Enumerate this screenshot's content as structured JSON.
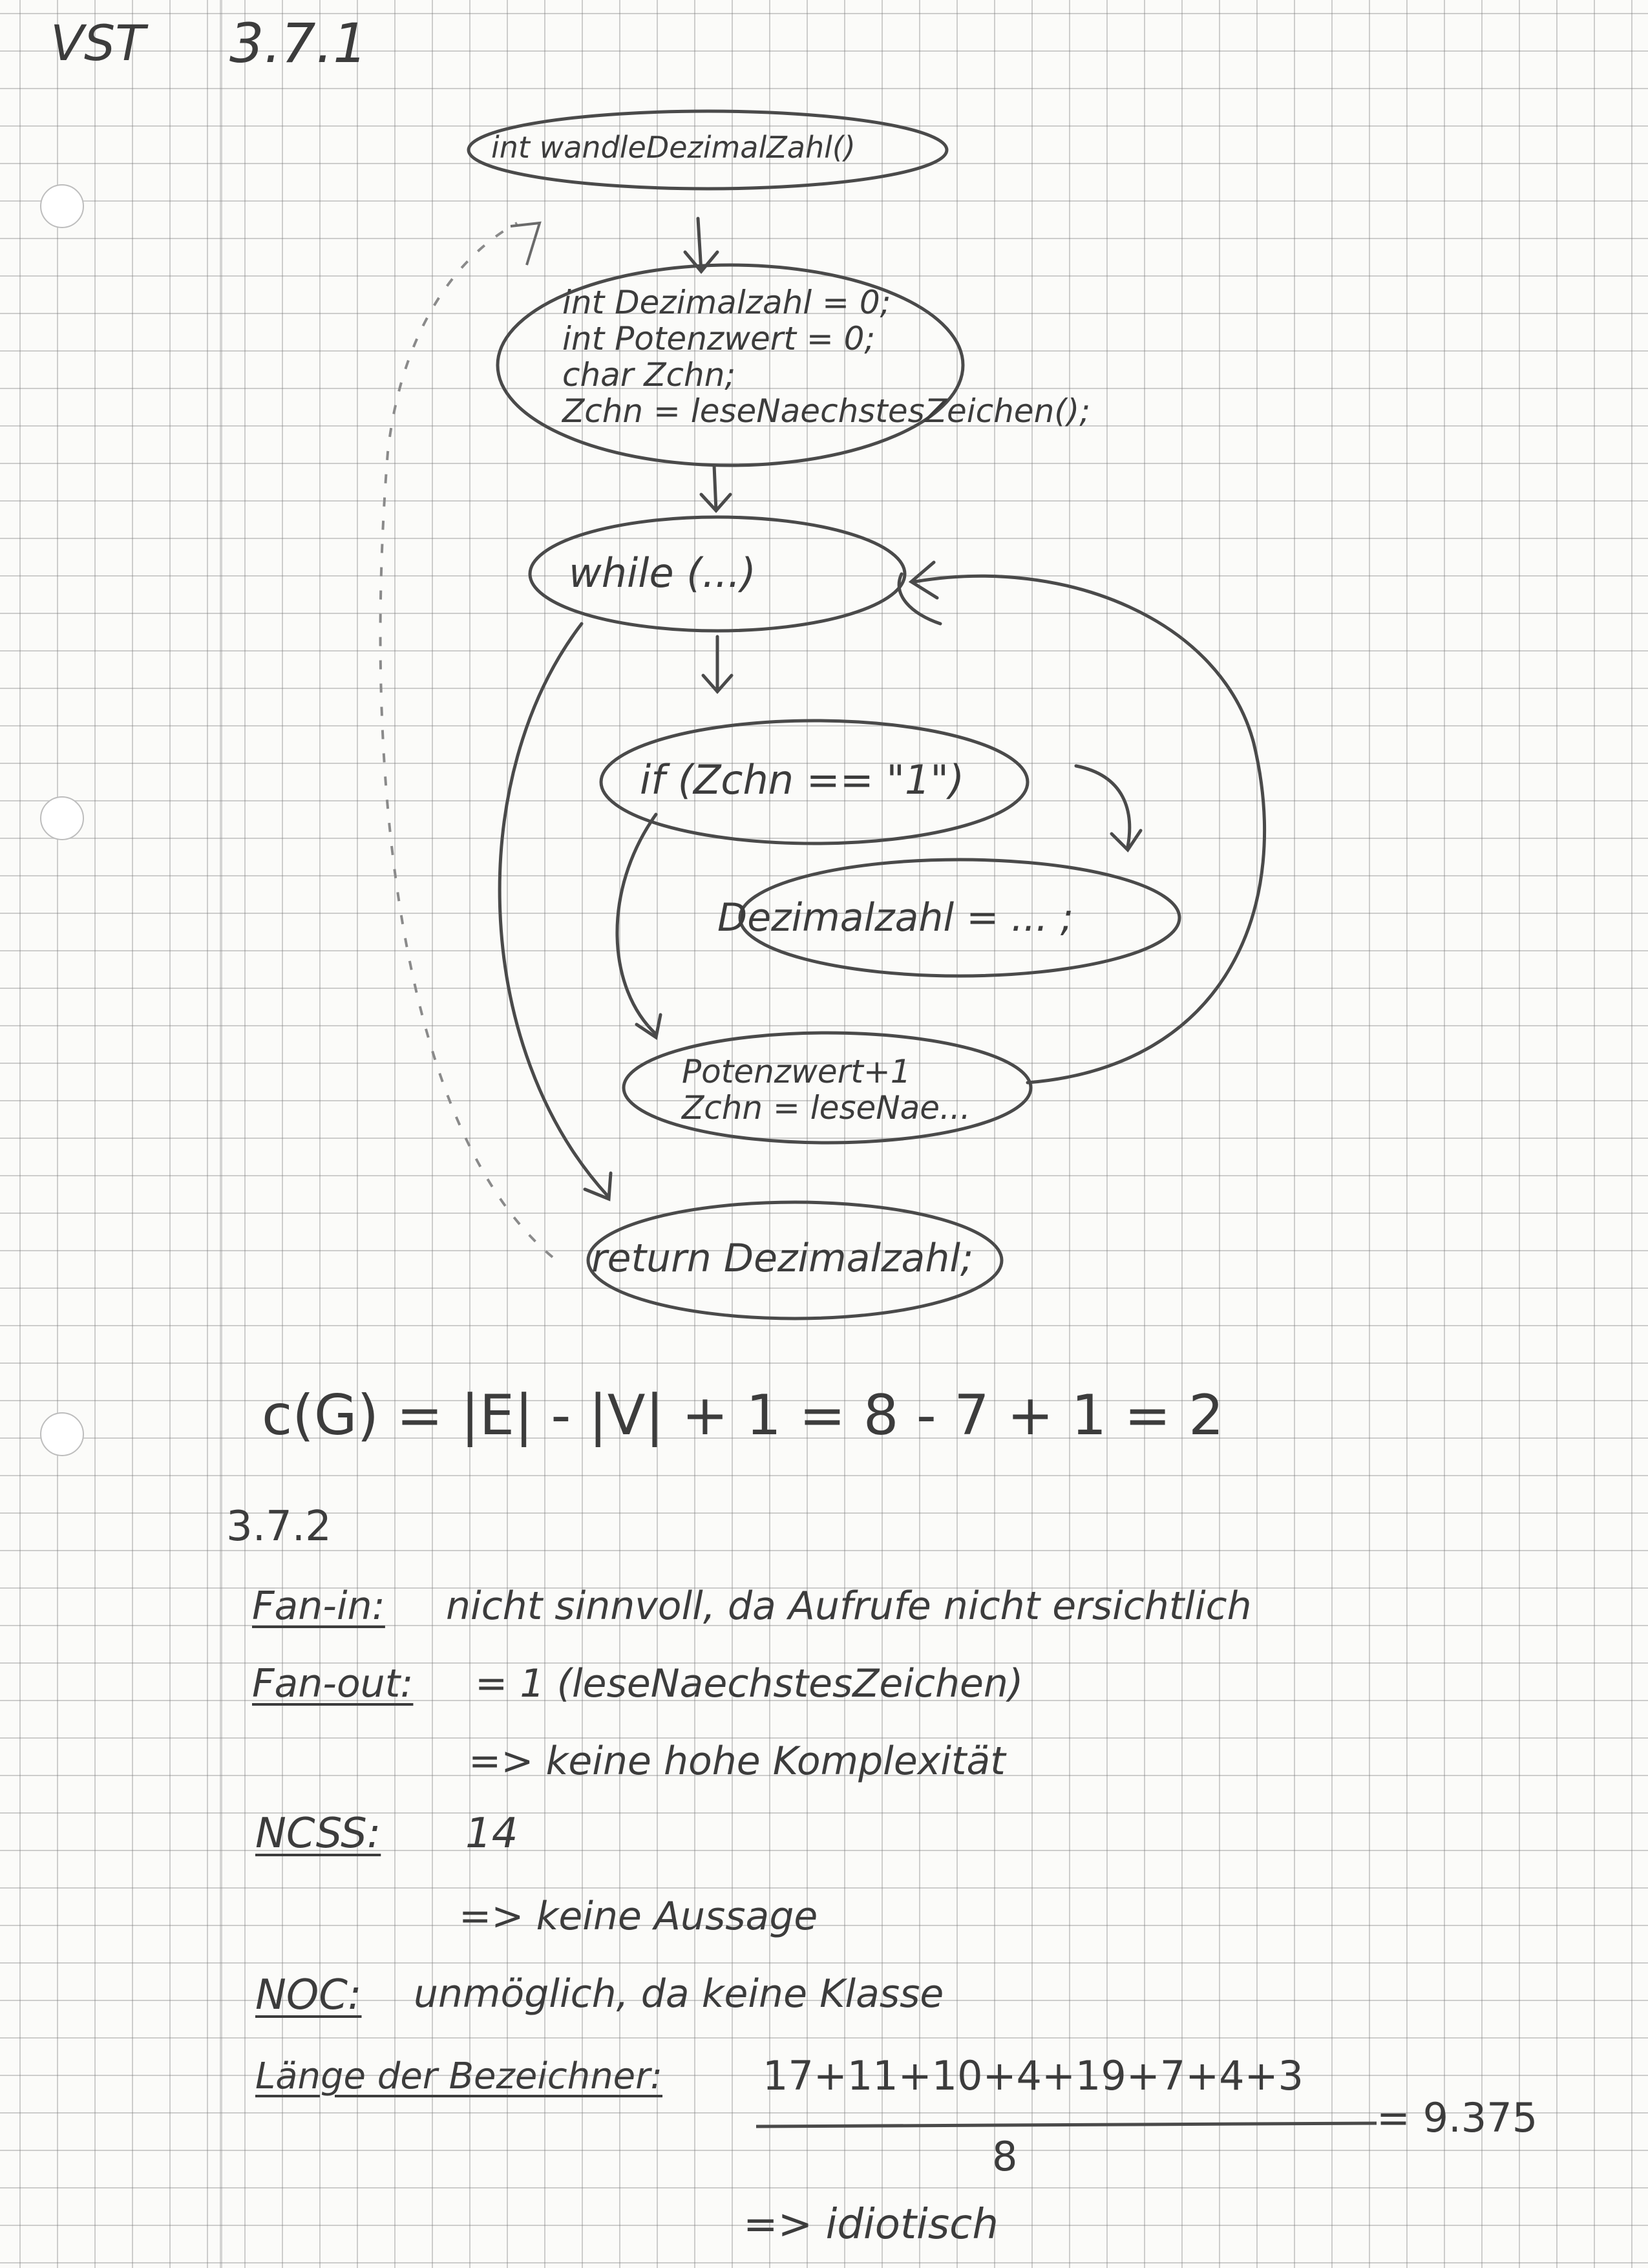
{
  "header": {
    "left": "VST",
    "exercise": "3.7.1"
  },
  "flowgraph": {
    "nodes": [
      {
        "id": "n1",
        "lines": [
          "int wandleDezimalZahl()"
        ]
      },
      {
        "id": "n2",
        "lines": [
          "int Dezimalzahl = 0;",
          "int Potenzwert = 0;",
          "char Zchn;",
          "Zchn = leseNaechstesZeichen();"
        ]
      },
      {
        "id": "n3",
        "lines": [
          "while (...)"
        ]
      },
      {
        "id": "n4",
        "lines": [
          "if (Zchn == \"1\")"
        ]
      },
      {
        "id": "n5",
        "lines": [
          "Dezimalzahl = ... ;"
        ]
      },
      {
        "id": "n6",
        "lines": [
          "Potenzwert+1",
          "Zchn = leseNae..."
        ]
      },
      {
        "id": "n7",
        "lines": [
          "return Dezimalzahl;"
        ]
      }
    ],
    "formula": "c(G) = |E| - |V| + 1 = 8 - 7 + 1 = 2"
  },
  "section2": {
    "number": "3.7.2",
    "fan_in_label": "Fan-in:",
    "fan_in_text": "nicht sinnvoll, da Aufrufe nicht ersichtlich",
    "fan_out_label": "Fan-out:",
    "fan_out_text": "= 1  (leseNaechstesZeichen)",
    "fan_out_conclusion": "=> keine hohe Komplexität",
    "ncss_label": "NCSS:",
    "ncss_value": "14",
    "ncss_conclusion": "=> keine Aussage",
    "noc_label": "NOC:",
    "noc_text": "unmöglich, da keine Klasse",
    "length_label": "Länge der Bezeichner:",
    "length_numerator": "17+11+10+4+19+7+4+3",
    "length_denominator": "8",
    "length_result": "= 9.375",
    "conclusion": "=> idiotisch"
  }
}
